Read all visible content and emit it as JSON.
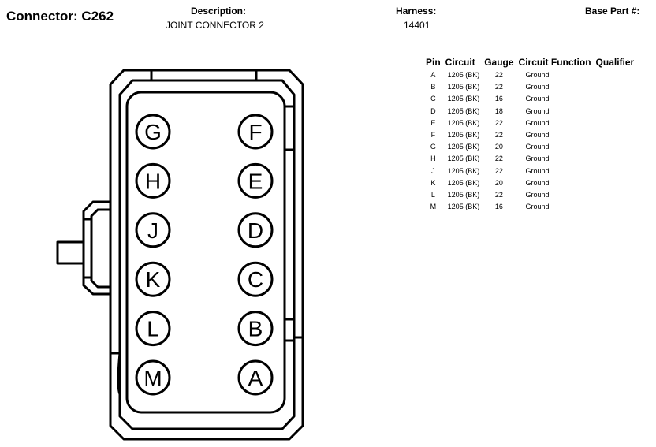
{
  "header": {
    "connector": "Connector: C262",
    "description_label": "Description:",
    "description_value": "JOINT CONNECTOR 2",
    "harness_label": "Harness:",
    "harness_value": "14401",
    "base_part_label": "Base Part #:"
  },
  "table": {
    "columns": [
      "Pin",
      "Circuit",
      "Gauge",
      "Circuit Function",
      "Qualifier"
    ],
    "rows": [
      {
        "pin": "A",
        "circuit": "1205 (BK)",
        "gauge": "22",
        "function": "Ground",
        "qualifier": ""
      },
      {
        "pin": "B",
        "circuit": "1205 (BK)",
        "gauge": "22",
        "function": "Ground",
        "qualifier": ""
      },
      {
        "pin": "C",
        "circuit": "1205 (BK)",
        "gauge": "16",
        "function": "Ground",
        "qualifier": ""
      },
      {
        "pin": "D",
        "circuit": "1205 (BK)",
        "gauge": "18",
        "function": "Ground",
        "qualifier": ""
      },
      {
        "pin": "E",
        "circuit": "1205 (BK)",
        "gauge": "22",
        "function": "Ground",
        "qualifier": ""
      },
      {
        "pin": "F",
        "circuit": "1205 (BK)",
        "gauge": "22",
        "function": "Ground",
        "qualifier": ""
      },
      {
        "pin": "G",
        "circuit": "1205 (BK)",
        "gauge": "20",
        "function": "Ground",
        "qualifier": ""
      },
      {
        "pin": "H",
        "circuit": "1205 (BK)",
        "gauge": "22",
        "function": "Ground",
        "qualifier": ""
      },
      {
        "pin": "J",
        "circuit": "1205 (BK)",
        "gauge": "22",
        "function": "Ground",
        "qualifier": ""
      },
      {
        "pin": "K",
        "circuit": "1205 (BK)",
        "gauge": "20",
        "function": "Ground",
        "qualifier": ""
      },
      {
        "pin": "L",
        "circuit": "1205 (BK)",
        "gauge": "22",
        "function": "Ground",
        "qualifier": ""
      },
      {
        "pin": "M",
        "circuit": "1205 (BK)",
        "gauge": "16",
        "function": "Ground",
        "qualifier": ""
      }
    ]
  },
  "diagram": {
    "left_column": [
      "G",
      "H",
      "J",
      "K",
      "L",
      "M"
    ],
    "right_column": [
      "F",
      "E",
      "D",
      "C",
      "B",
      "A"
    ]
  }
}
